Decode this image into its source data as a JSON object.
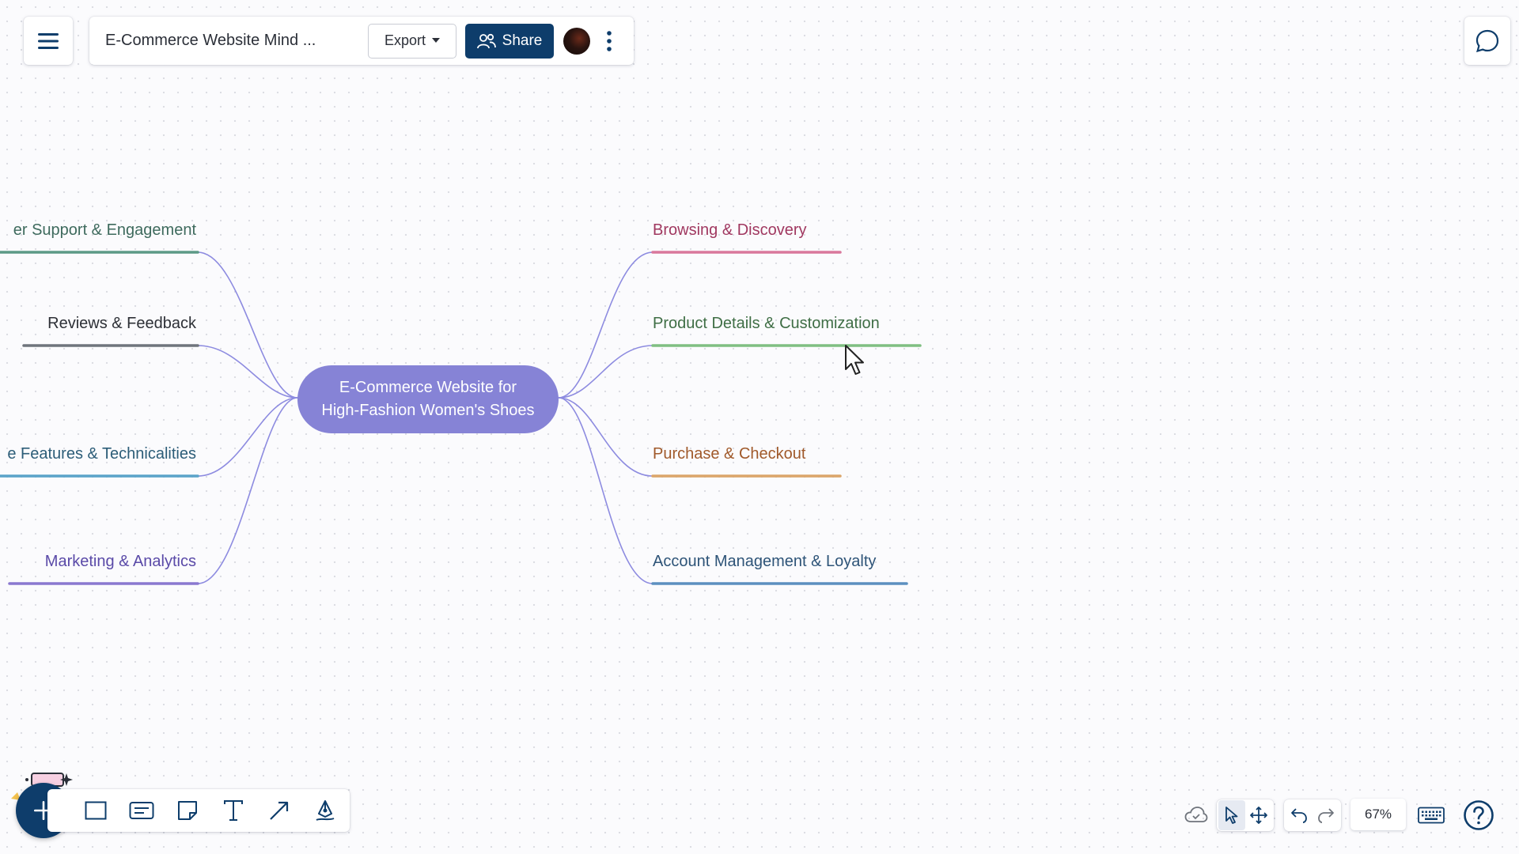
{
  "header": {
    "menu_icon": "hamburger-icon",
    "doc_title": "E-Commerce Website Mind ...",
    "export_label": "Export",
    "share_label": "Share",
    "share_color": "#0e3d6b"
  },
  "mindmap": {
    "central": {
      "line1": "E-Commerce Website for",
      "line2": "High-Fashion Women's Shoes",
      "color": "#8683d6"
    },
    "branches_left": [
      {
        "label": "er Support & Engagement",
        "color": "#5c9a86",
        "text_color": "#3e6a5d"
      },
      {
        "label": "Reviews & Feedback",
        "color": "#6f747c",
        "text_color": "#2d3036"
      },
      {
        "label": "e Features & Technicalities",
        "color": "#5aa3c9",
        "text_color": "#2c5d78"
      },
      {
        "label": "Marketing & Analytics",
        "color": "#8a78d0",
        "text_color": "#5a4aa8"
      }
    ],
    "branches_right": [
      {
        "label": "Browsing & Discovery",
        "color": "#d9789c",
        "text_color": "#a03860"
      },
      {
        "label": "Product Details & Customization",
        "color": "#7fbf82",
        "text_color": "#3f6e45"
      },
      {
        "label": "Purchase & Checkout",
        "color": "#dba56a",
        "text_color": "#a0592a"
      },
      {
        "label": "Account Management & Loyalty",
        "color": "#5c90c0",
        "text_color": "#2e5478"
      }
    ],
    "link_color": "#8d8be0"
  },
  "toolbar": {
    "tools": [
      "rectangle-icon",
      "card-icon",
      "sticky-note-icon",
      "text-icon",
      "arrow-icon",
      "pen-icon"
    ]
  },
  "bottom_right": {
    "zoom": "67%"
  }
}
